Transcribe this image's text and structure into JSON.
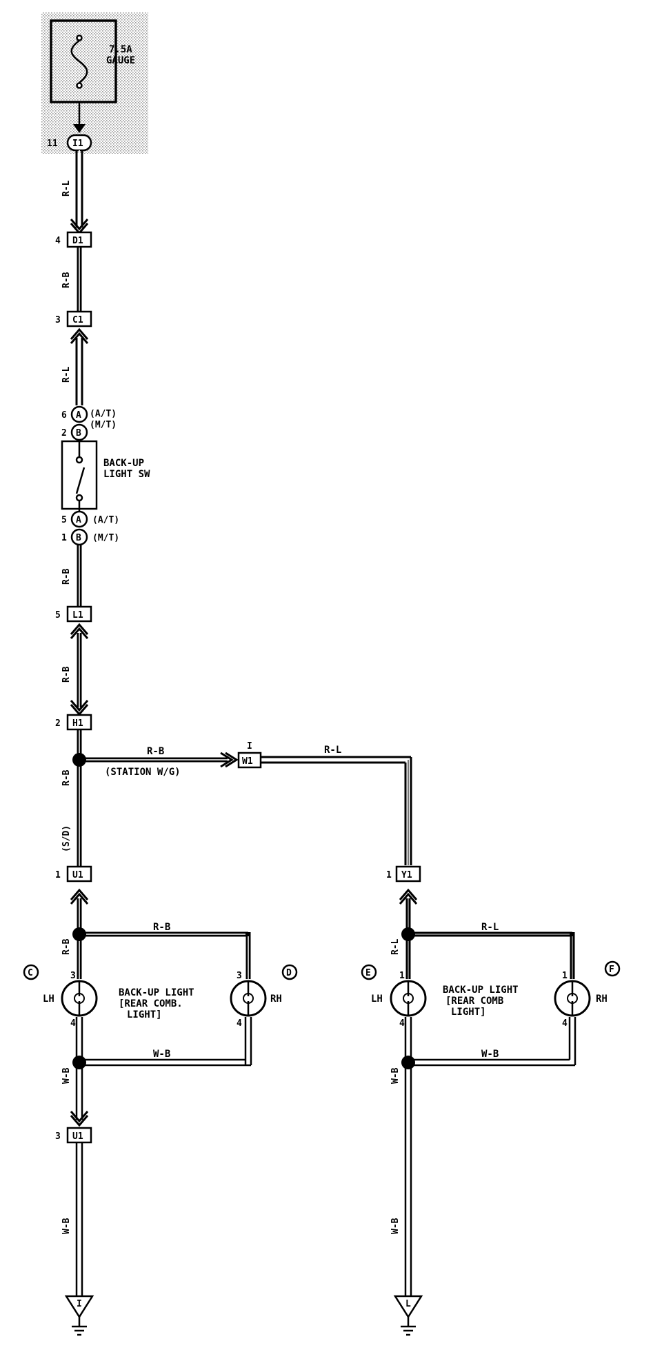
{
  "fuse": {
    "rating": "7.5A",
    "name": "GAUGE"
  },
  "connectors": {
    "i1": {
      "id": "I1",
      "pin": "11"
    },
    "d1": {
      "id": "D1",
      "pin": "4"
    },
    "c1": {
      "id": "C1",
      "pin": "3"
    },
    "l1": {
      "id": "L1",
      "pin": "5"
    },
    "h1": {
      "id": "H1",
      "pin": "2"
    },
    "u1_top": {
      "id": "U1",
      "pin": "1"
    },
    "u1_bottom": {
      "id": "U1",
      "pin": "3"
    },
    "w1": {
      "id": "W1",
      "pin": "I"
    },
    "y1": {
      "id": "Y1",
      "pin": "1"
    }
  },
  "switch": {
    "name_line1": "BACK-UP",
    "name_line2": "LIGHT SW",
    "top_a": {
      "letter": "A",
      "pin": "6",
      "variant": "(A/T)"
    },
    "top_b": {
      "letter": "B",
      "pin": "2",
      "variant": "(M/T)"
    },
    "bot_a": {
      "letter": "A",
      "pin": "5",
      "variant": "(A/T)"
    },
    "bot_b": {
      "letter": "B",
      "pin": "1",
      "variant": "(M/T)"
    }
  },
  "wires": {
    "w_fuse_d1": "R-L",
    "w_d1_c1": "R-B",
    "w_c1_sw": "R-L",
    "w_sw_l1": "R-B",
    "w_l1_h1": "R-B",
    "w_h1_junction": "R-B",
    "w_to_w1": "R-B",
    "w_to_w1_note": "(STATION W/G)",
    "w_w1_y1": "R-L",
    "w_sd": "(S/D)",
    "w_left_feed": "R-B",
    "w_left_top": "R-B",
    "w_left_bottom": "W-B",
    "w_left_ground_vert": "W-B",
    "w_left_ground": "W-B",
    "w_right_feed": "R-L",
    "w_right_top": "R-L",
    "w_right_bottom": "W-B",
    "w_right_ground_vert": "W-B",
    "w_right_ground": "W-B"
  },
  "lamps": {
    "c": {
      "letter": "C",
      "side": "LH",
      "pin_top": "3",
      "pin_bottom": "4"
    },
    "d": {
      "letter": "D",
      "side": "RH",
      "pin_top": "3",
      "pin_bottom": "4"
    },
    "e": {
      "letter": "E",
      "side": "LH",
      "pin_top": "1",
      "pin_bottom": "4"
    },
    "f": {
      "letter": "F",
      "side": "RH",
      "pin_top": "1",
      "pin_bottom": "4"
    }
  },
  "lamp_group_left": {
    "line1": "BACK-UP LIGHT",
    "line2": "[REAR COMB.",
    "line3": "LIGHT]"
  },
  "lamp_group_right": {
    "line1": "BACK-UP LIGHT",
    "line2": "[REAR COMB",
    "line3": "LIGHT]"
  },
  "grounds": {
    "left": "I",
    "right": "L"
  }
}
